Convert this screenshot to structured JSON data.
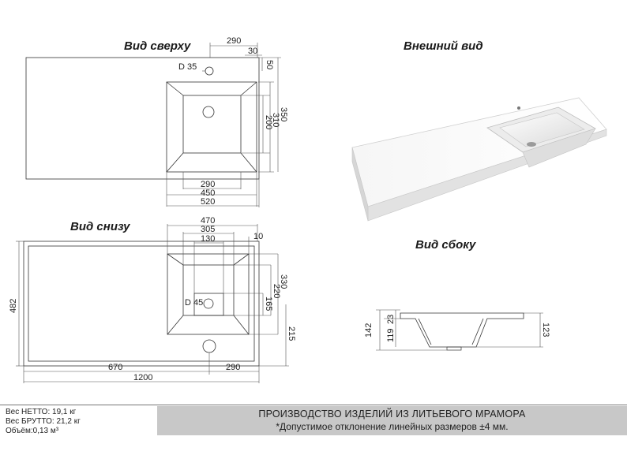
{
  "views": {
    "top": "Вид сверху",
    "exterior": "Внешний вид",
    "bottom": "Вид снизу",
    "side": "Вид сбоку"
  },
  "top_view_dims": {
    "w290": "290",
    "w30": "30",
    "h50": "50",
    "hole": "D 35",
    "h350": "350",
    "h310": "310",
    "h200": "200",
    "b290": "290",
    "b450": "450",
    "b520": "520"
  },
  "bottom_view_dims": {
    "t470": "470",
    "t305": "305",
    "t130": "130",
    "t10": "10",
    "h482": "482",
    "h330": "330",
    "h220": "220",
    "h165": "165",
    "h215": "215",
    "hole": "D 45",
    "b670": "670",
    "b290": "290",
    "b1200": "1200"
  },
  "side_view_dims": {
    "h142": "142",
    "h23": "23",
    "h119": "119",
    "h123": "123"
  },
  "footer": {
    "net_weight": "Вес НЕТТО: 19,1 кг",
    "gross_weight": "Вес БРУТТО: 21,2 кг",
    "volume": "Объём:0,13 м³",
    "title": "ПРОИЗВОДСТВО ИЗДЕЛИЙ ИЗ ЛИТЬЕВОГО МРАМОРА",
    "note": "*Допустимое отклонение линейных размеров ±4 мм."
  }
}
